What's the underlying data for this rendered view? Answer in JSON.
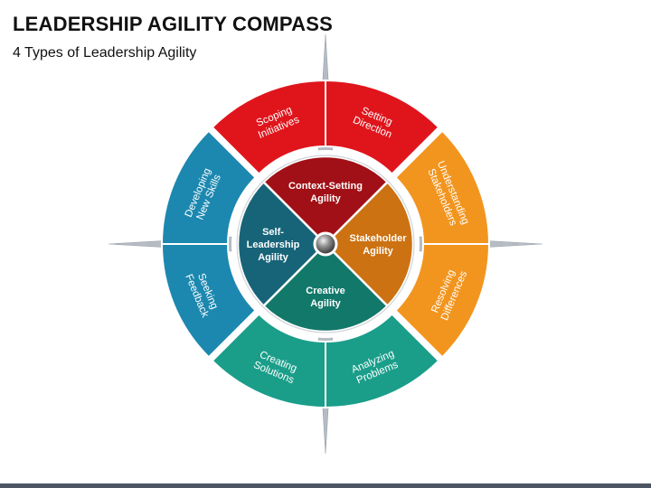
{
  "title": "LEADERSHIP AGILITY COMPASS",
  "subtitle": "4 Types of Leadership Agility",
  "colors": {
    "red": "#e0151c",
    "red_dark": "#a11016",
    "orange": "#f2951f",
    "orange_dark": "#cc7212",
    "teal": "#1a9e8a",
    "teal_dark": "#12786a",
    "blue": "#1c88b0",
    "blue_dark": "#176479",
    "star": "#b5bcc3"
  },
  "quadrants": [
    {
      "label_lines": [
        "Context-Setting",
        "Agility"
      ],
      "color_key": "red",
      "segments": [
        {
          "lines": [
            "Scoping",
            "Initiatives"
          ]
        },
        {
          "lines": [
            "Setting",
            "Direction"
          ]
        }
      ]
    },
    {
      "label_lines": [
        "Stakeholder",
        "Agility"
      ],
      "color_key": "orange",
      "segments": [
        {
          "lines": [
            "Understanding",
            "Stakeholders"
          ]
        },
        {
          "lines": [
            "Resolving",
            "Differences"
          ]
        }
      ]
    },
    {
      "label_lines": [
        "Creative",
        "Agility"
      ],
      "color_key": "teal",
      "segments": [
        {
          "lines": [
            "Analyzing",
            "Problems"
          ]
        },
        {
          "lines": [
            "Creating",
            "Solutions"
          ]
        }
      ]
    },
    {
      "label_lines": [
        "Self-",
        "Leadership",
        "Agility"
      ],
      "color_key": "blue",
      "segments": [
        {
          "lines": [
            "Seeking",
            "Feedback"
          ]
        },
        {
          "lines": [
            "Developing",
            "New Skills"
          ]
        }
      ]
    }
  ]
}
